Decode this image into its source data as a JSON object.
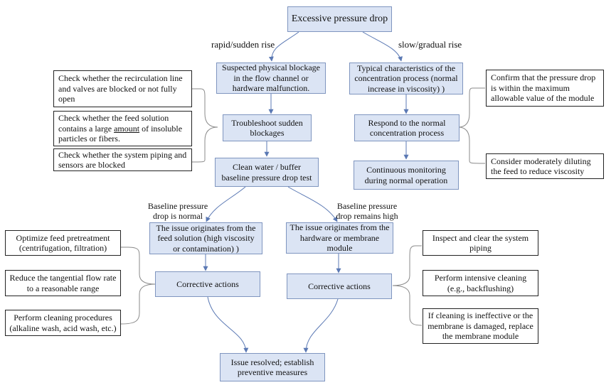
{
  "nodes": {
    "start": "Excessive pressure drop",
    "suspected": "Suspected physical blockage in the flow channel or hardware malfunction.",
    "troubleshoot": "Troubleshoot sudden blockages",
    "clean_test": "Clean water / buffer baseline pressure drop test",
    "feed_origin": "The issue originates from the feed solution (high viscosity or contamination) )",
    "hardware_origin": "The issue originates from the hardware or membrane module",
    "corrective_left": "Corrective actions",
    "corrective_right": "Corrective actions",
    "resolved": "Issue resolved; establish preventive measures",
    "typical": "Typical characteristics of the concentration process (normal increase in viscosity) )",
    "respond": "Respond to the normal concentration process",
    "monitor": "Continuous monitoring during normal operation"
  },
  "side_notes": {
    "recirc": "Check whether the recirculation line and valves are blocked or not fully open",
    "feed_pre": "Check whether the feed solution contains a large ",
    "feed_amount": "amount",
    "feed_post": " of insoluble particles or fibers.",
    "piping": "Check whether the system piping and sensors are blocked",
    "confirm": "Confirm that the pressure drop is within the maximum allowable value of the module",
    "dilute": "Consider moderately diluting the feed to reduce viscosity",
    "optimize": "Optimize feed pretreatment (centrifugation, filtration)",
    "reduce": "Reduce the tangential flow rate to a reasonable range",
    "cleaning": "Perform cleaning procedures (alkaline wash, acid wash, etc.)",
    "inspect": "Inspect and clear the system piping",
    "intensive": "Perform intensive cleaning (e.g., backflushing)",
    "replace": "If cleaning is ineffective or the membrane is damaged, replace the membrane module"
  },
  "edge_labels": {
    "rapid": "rapid/sudden rise",
    "slow": "slow/gradual rise",
    "normal_1": "Baseline pressure",
    "normal_2": "drop is normal",
    "high_1": "Baseline pressure",
    "high_2": "drop remains high"
  },
  "colors": {
    "box_fill": "#dbe4f4",
    "box_border": "#7f95bf",
    "arrow": "#5b79b4",
    "bracket": "#8a8a8a"
  }
}
